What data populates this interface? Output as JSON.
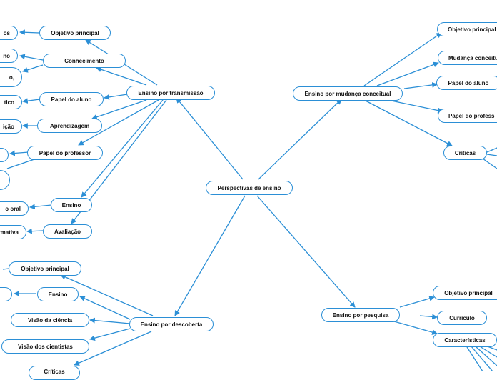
{
  "diagram": {
    "central": "Perspectivas de ensino",
    "transmissao": {
      "label": "Ensino por transmissão",
      "children": [
        "Objetivo principal",
        "Conhecimento",
        "Papel do aluno",
        "Aprendizagem",
        "Papel do professor",
        "Ensino",
        "Avaliação"
      ],
      "leaves": [
        "os",
        "no",
        "o,",
        "tico",
        "ição",
        "o oral",
        "ormativa"
      ]
    },
    "mudanca": {
      "label": "Ensino por mudança conceitual",
      "children": [
        "Objetivo principal",
        "Mudança conceitu",
        "Papel do aluno",
        "Papel do profess",
        "Críticas"
      ]
    },
    "descoberta": {
      "label": "Ensino por descoberta",
      "children": [
        "Objetivo principal",
        "Ensino",
        "Visão da ciência",
        "Visão dos cientistas",
        "Críticas"
      ]
    },
    "pesquisa": {
      "label": "Ensino por pesquisa",
      "children": [
        "Objetivo principal",
        "Currículo",
        "Características"
      ]
    }
  }
}
